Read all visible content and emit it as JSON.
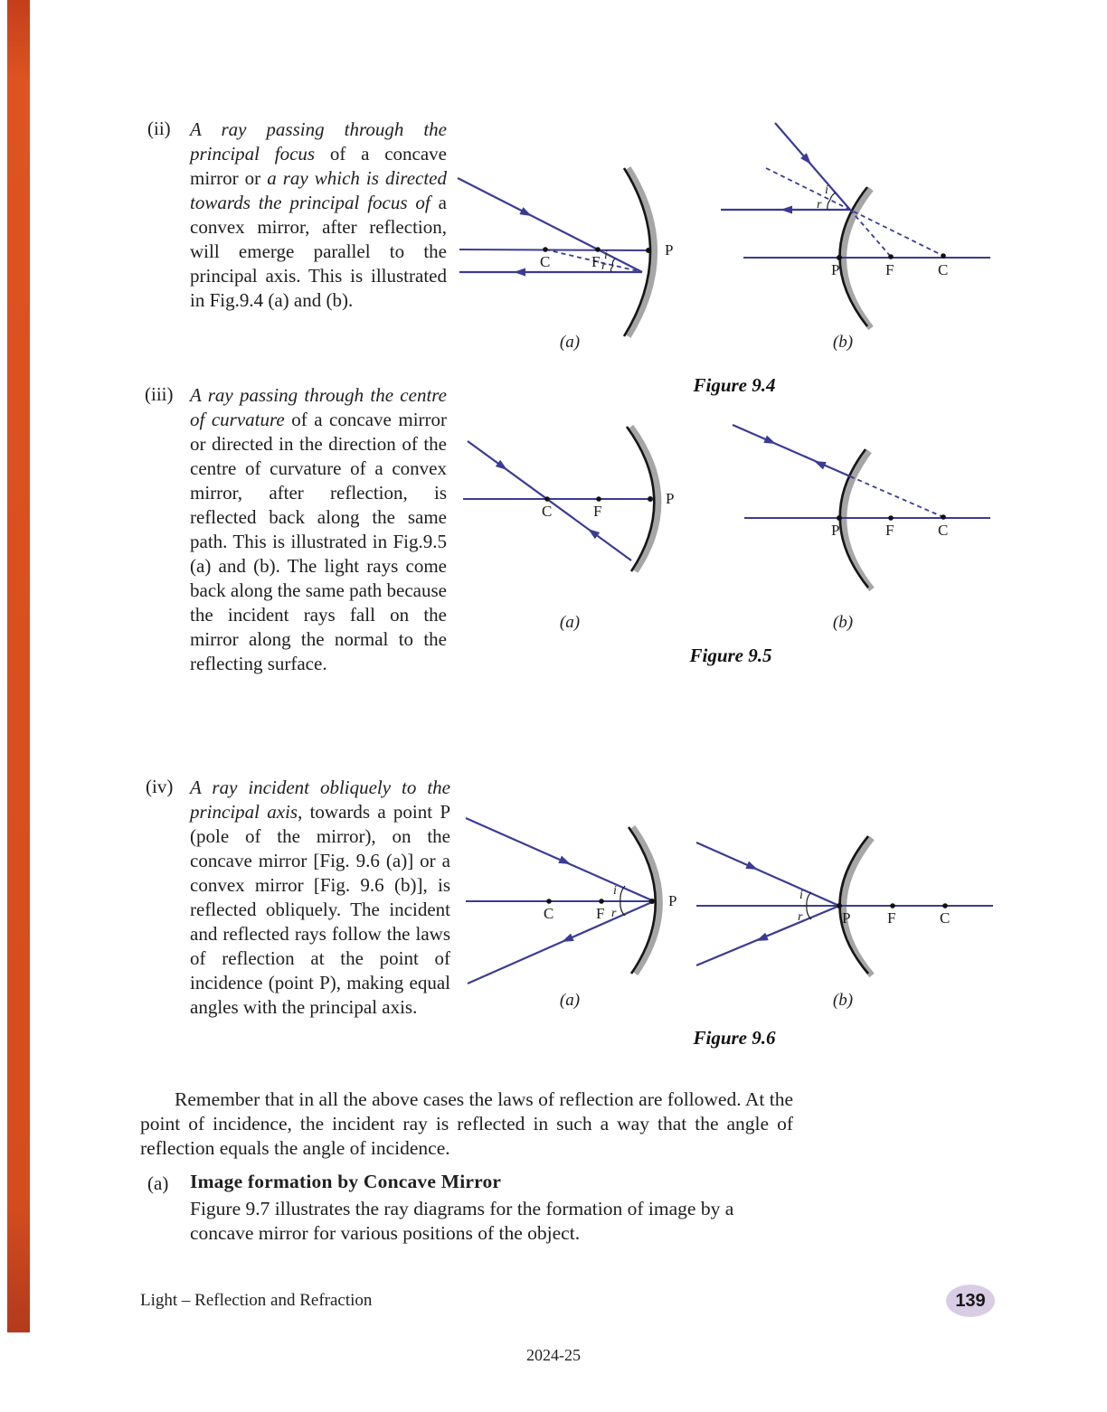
{
  "colors": {
    "ray": "#3b3b94",
    "mirror_backing": "#a6a6a6",
    "accent_strip": "#d54d1e",
    "page_badge_bg": "#d9cde5"
  },
  "items": [
    {
      "label": "(ii)",
      "segments": [
        {
          "t": "A ray passing through the principal focus",
          "i": true
        },
        {
          "t": " of a concave mirror or ",
          "i": false
        },
        {
          "t": "a ray which is directed towards the principal focus of",
          "i": true
        },
        {
          "t": " a convex mirror, after reflection, will emerge parallel to the principal axis. This is illustrated in Fig.9.4 (a) and (b).",
          "i": false
        }
      ]
    },
    {
      "label": "(iii)",
      "segments": [
        {
          "t": "A ray passing through the centre of curvature",
          "i": true
        },
        {
          "t": " of a concave mirror or directed in the direction of the centre of curvature of a convex mirror, after reflection, is reflected back along the same path.  This is illustrated in Fig.9.5 (a) and (b). The light rays come back along the same path because the incident rays fall on the mirror along the normal to the reflecting surface.",
          "i": false
        }
      ]
    },
    {
      "label": "(iv)",
      "segments": [
        {
          "t": "A ray incident obliquely to the principal axis",
          "i": true
        },
        {
          "t": ", towards a point P (pole of the mirror), on the concave mirror [Fig. 9.6 (a)] or a convex mirror [Fig. 9.6 (b)], is reflected obliquely. The incident and reflected rays follow the laws of reflection at the point of incidence (point P), making equal angles with the principal axis.",
          "i": false
        }
      ]
    }
  ],
  "figures": {
    "fig94": {
      "caption": "Figure 9.4",
      "sub_a": "(a)",
      "sub_b": "(b)",
      "a": {
        "c": "C",
        "f": "F",
        "p": "P",
        "i": "i",
        "r": "r"
      },
      "b": {
        "c": "C",
        "f": "F",
        "p": "P",
        "i": "i",
        "r": "r"
      }
    },
    "fig95": {
      "caption": "Figure 9.5",
      "sub_a": "(a)",
      "sub_b": "(b)",
      "a": {
        "c": "C",
        "f": "F",
        "p": "P"
      },
      "b": {
        "c": "C",
        "f": "F",
        "p": "P"
      }
    },
    "fig96": {
      "caption": "Figure 9.6",
      "sub_a": "(a)",
      "sub_b": "(b)",
      "a": {
        "c": "C",
        "f": "F",
        "p": "P",
        "i": "i",
        "r": "r"
      },
      "b": {
        "c": "C",
        "f": "F",
        "p": "P",
        "i": "i",
        "r": "r"
      }
    }
  },
  "paragraph_remember": "Remember that in all the above cases the laws of reflection are followed. At the point of incidence, the incident ray is reflected in such a way that the angle of reflection equals the angle of incidence.",
  "section_a": {
    "label": "(a)",
    "title": "Image formation by Concave Mirror",
    "body": "Figure 9.7 illustrates the ray diagrams for the formation of image by a concave mirror for various positions of the object."
  },
  "footer": {
    "chapter": "Light – Reflection and Refraction",
    "page_number": "139",
    "year": "2024-25"
  }
}
